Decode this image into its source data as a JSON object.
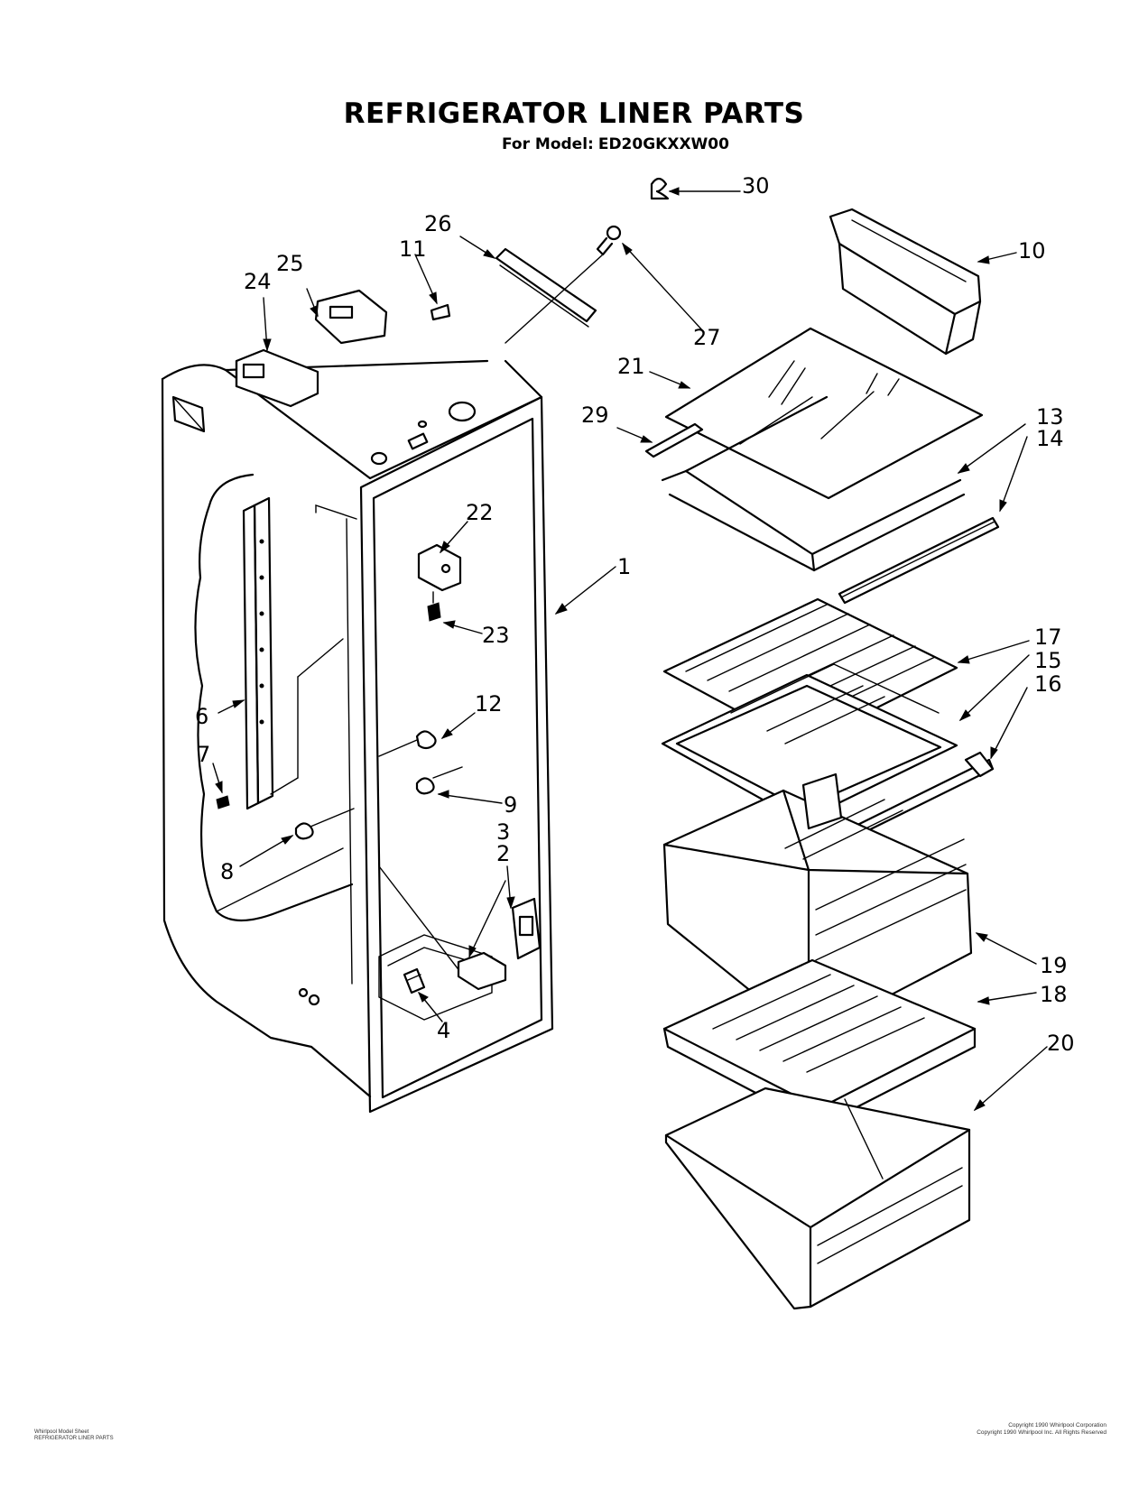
{
  "header": {
    "title": "REFRIGERATOR LINER PARTS",
    "model_prefix": "For Model:",
    "model": "ED20GKXXW00"
  },
  "callouts": [
    "1",
    "2",
    "3",
    "4",
    "6",
    "7",
    "8",
    "9",
    "10",
    "11",
    "12",
    "13",
    "14",
    "15",
    "16",
    "17",
    "18",
    "19",
    "20",
    "21",
    "22",
    "23",
    "24",
    "25",
    "26",
    "27",
    "29",
    "30"
  ],
  "footer": {
    "left_line1": "Whirlpool Model Sheet",
    "left_line2": "REFRIGERATOR LINER PARTS",
    "right_line1": "Copyright 1990 Whirlpool Corporation",
    "right_line2": "Copyright 1990 Whirlpool Inc. All Rights Reserved"
  }
}
